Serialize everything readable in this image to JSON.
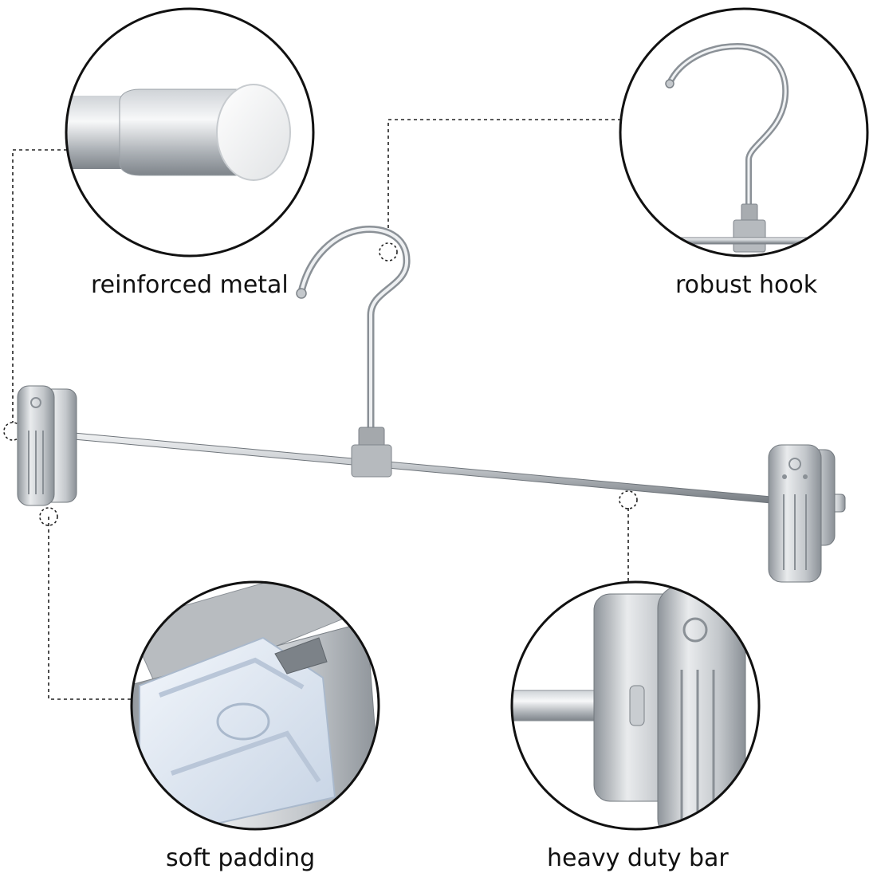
{
  "callouts": {
    "reinforced_metal": {
      "label": "reinforced metal"
    },
    "robust_hook": {
      "label": "robust hook"
    },
    "soft_padding": {
      "label": "soft padding"
    },
    "heavy_duty_bar": {
      "label": "heavy duty bar"
    }
  },
  "colors": {
    "background": "#ffffff",
    "outline": "#111111",
    "metal_light": "#e6e8ea",
    "metal_mid": "#b4b9be",
    "metal_dark": "#7c8288",
    "connector_gray": "#9a9ea2",
    "padding_blue": "#dfe8f5",
    "label_text": "#111111"
  }
}
